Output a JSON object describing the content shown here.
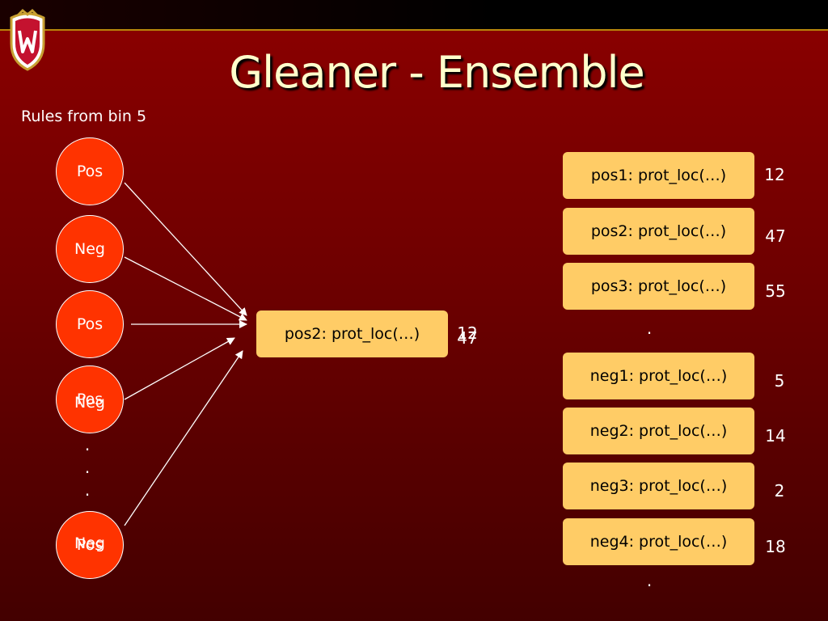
{
  "slide": {
    "title": "Gleaner - Ensemble",
    "caption": "Rules from bin 5"
  },
  "circles": [
    {
      "labels": [
        "Pos"
      ]
    },
    {
      "labels": [
        "Neg"
      ]
    },
    {
      "labels": [
        "Pos"
      ]
    },
    {
      "labels": [
        "Pos",
        "Neg"
      ]
    },
    {
      "labels": [
        "Neg",
        "Pos"
      ]
    }
  ],
  "left_dots": [
    ".",
    ".",
    "."
  ],
  "center": {
    "rule": "pos2: prot_loc(…)",
    "scores": [
      "12",
      "47"
    ]
  },
  "rules": [
    {
      "label": "pos1: prot_loc(…)",
      "score": "12"
    },
    {
      "label": "pos2: prot_loc(…)",
      "score": "47"
    },
    {
      "label": "pos3: prot_loc(…)",
      "score": "55"
    },
    {
      "label": "neg1: prot_loc(…)",
      "score": "5"
    },
    {
      "label": "neg2: prot_loc(…)",
      "score": "14"
    },
    {
      "label": "neg3: prot_loc(…)",
      "score": "2"
    },
    {
      "label": "neg4: prot_loc(…)",
      "score": "18"
    }
  ],
  "right_dots": [
    ".",
    "."
  ],
  "colors": {
    "background_top": "#8c0000",
    "background_bottom": "#430000",
    "circle": "#ff3300",
    "rule_box": "#ffcc66",
    "title": "#ffffcc",
    "arrow": "#ffffff"
  },
  "icons": {
    "crest": "university-crest-icon"
  }
}
